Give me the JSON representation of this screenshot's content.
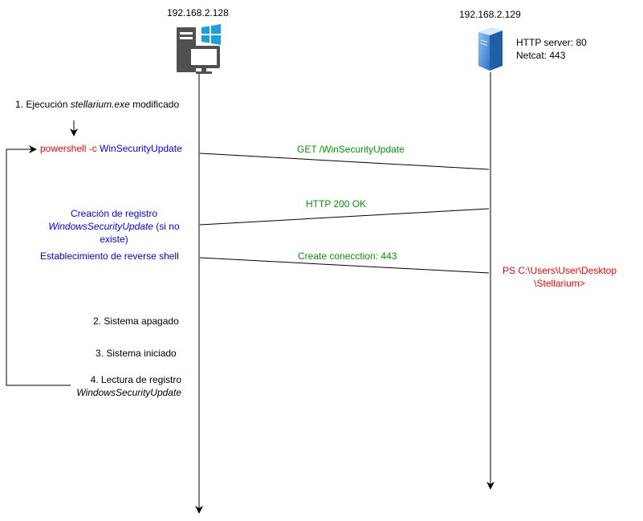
{
  "hosts": {
    "left_ip": "192.168.2.128",
    "right_ip": "192.168.2.129",
    "right_services": [
      "HTTP server: 80",
      "Netcat: 443"
    ]
  },
  "icons": {
    "left": "windows-pc-icon",
    "right": "server-icon"
  },
  "steps": {
    "step1_prefix": "1. Ejecución ",
    "step1_italic": "stellarium.exe",
    "step1_suffix": " modificado",
    "powershell_red": "powershell -c ",
    "powershell_blue": "WinSecurityUpdate",
    "registry_line1": "Creación de registro",
    "registry_italic": "WindowsSecurityUpdate",
    "registry_tail": " (si no",
    "registry_line3": "existe)",
    "reverse_shell": "Establecimiento de reverse shell",
    "step2": "2. Sistema apagado",
    "step3": "3. Sistema iniciado",
    "step4_line1": "4. Lectura de registro",
    "step4_italic": "WindowsSecurityUpdate"
  },
  "messages": {
    "get": "GET /WinSecurityUpdate",
    "ok": "HTTP 200 OK",
    "connect": "Create conecction: 443"
  },
  "prompt": [
    "PS C:\\Users\\User\\Desktop",
    "\\Stellarium>"
  ],
  "colors": {
    "red": "#ff0000",
    "blue": "#0000ff",
    "green": "#009900",
    "line": "#000000"
  }
}
